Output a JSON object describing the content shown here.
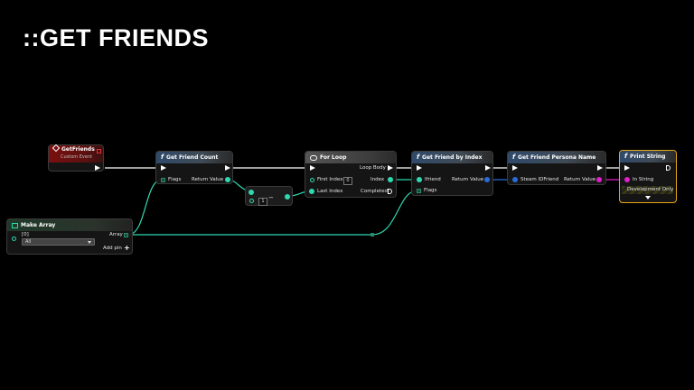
{
  "slide_title": "::GET FRIENDS",
  "nodes": {
    "get_friends_event": {
      "title": "GetFriends",
      "subtitle": "Custom Event"
    },
    "get_friend_count": {
      "title": "Get Friend Count",
      "flags_label": "Flags",
      "return_label": "Return Value"
    },
    "subtract": {
      "value": "1"
    },
    "for_loop": {
      "title": "For Loop",
      "first_index_label": "First Index",
      "first_index_value": "0",
      "last_index_label": "Last Index",
      "loop_body_label": "Loop Body",
      "index_label": "Index",
      "completed_label": "Completed"
    },
    "get_friend_by_index": {
      "title": "Get Friend by Index",
      "friend_label": "Ifriend",
      "flags_label": "Flags",
      "return_label": "Return Value"
    },
    "get_friend_persona_name": {
      "title": "Get Friend Persona Name",
      "steam_id_label": "Steam IDFriend",
      "return_label": "Return Value"
    },
    "print_string": {
      "title": "Print String",
      "in_string_label": "In String",
      "dev_only_label": "Development Only"
    },
    "make_array": {
      "title": "Make Array",
      "element_label": "[0]",
      "element_value": "All",
      "array_label": "Array",
      "add_pin_label": "Add pin"
    }
  },
  "colors": {
    "exec_wire": "#ffffff",
    "int_wire": "#2fd8b0",
    "object_wire": "#2a6cd6",
    "string_wire": "#e020c8",
    "selected_border": "#e8a818",
    "event_header": "#7a1010",
    "function_header": "#2f4a6b"
  },
  "icons": {
    "function": "function-icon",
    "event": "event-diamond-icon",
    "loop": "loop-icon",
    "array": "array-grid-icon"
  }
}
